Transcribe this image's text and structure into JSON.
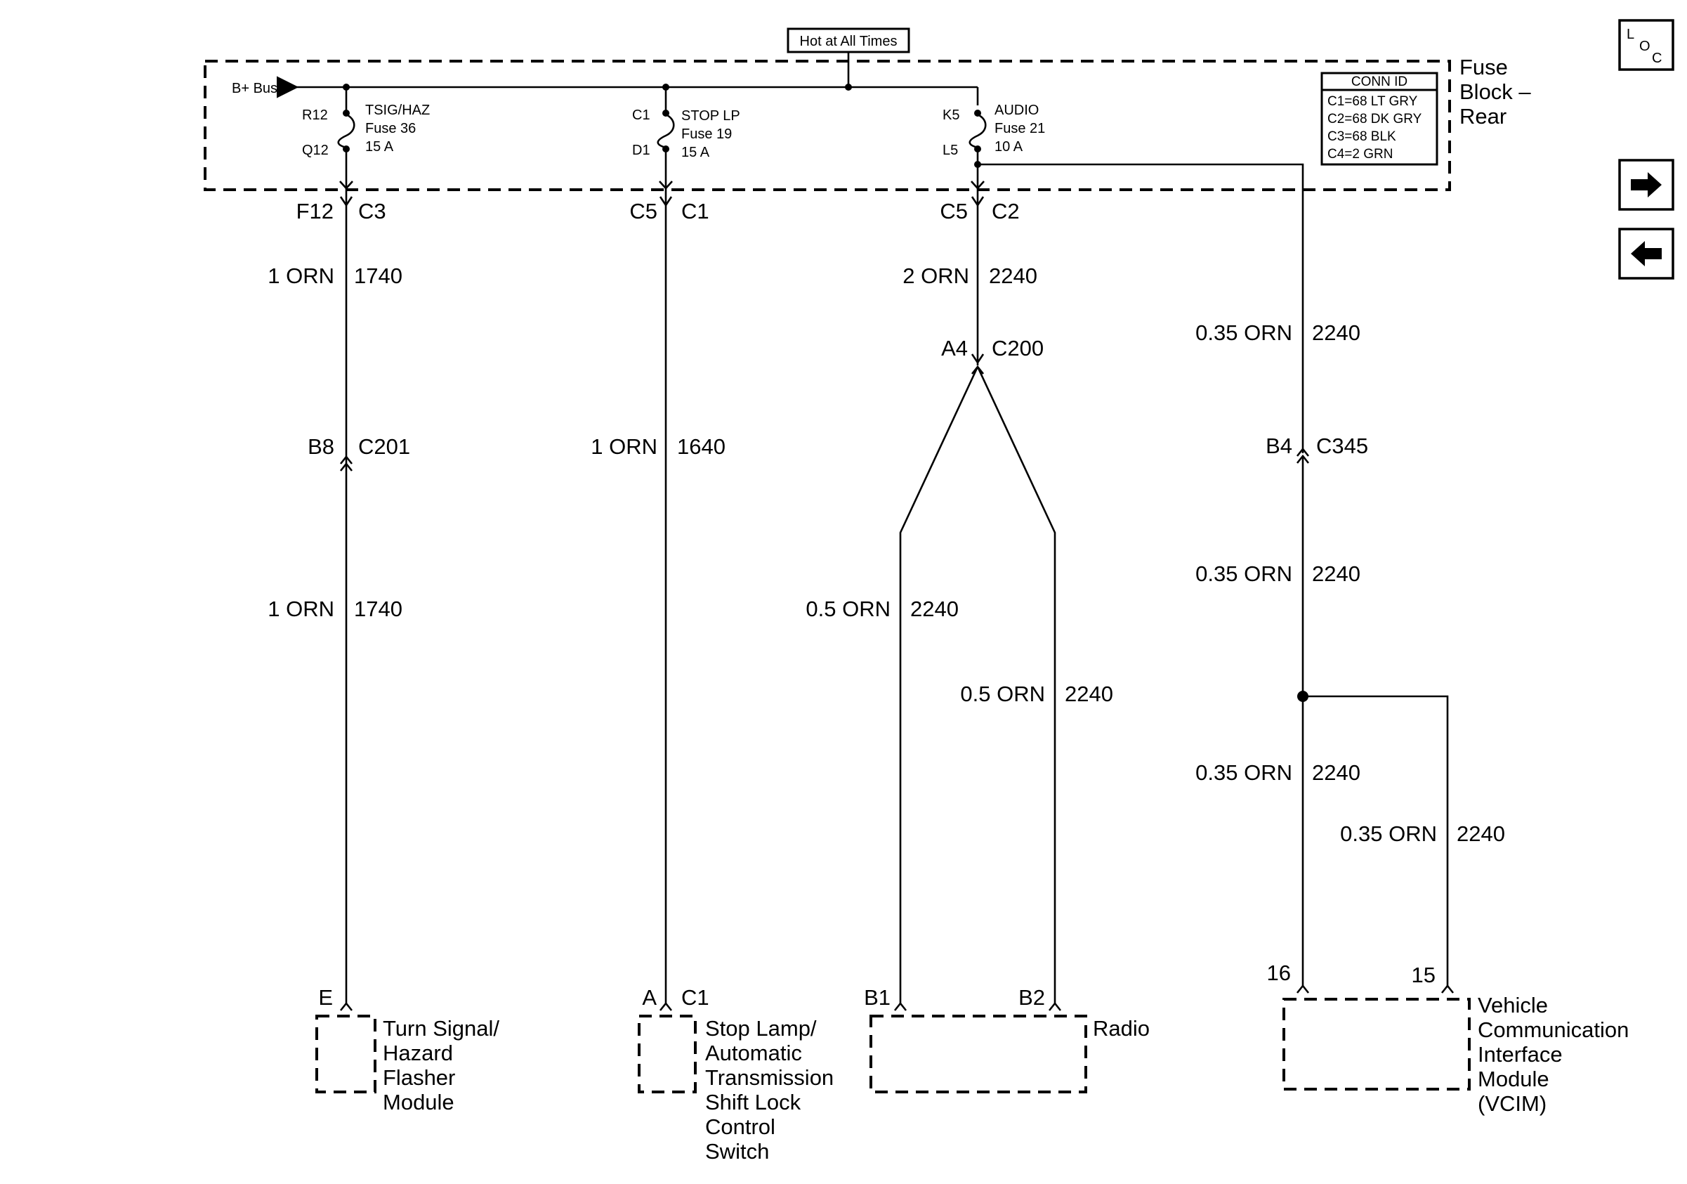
{
  "hot_label": "Hot at All Times",
  "fuse_block": {
    "title_lines": [
      "Fuse",
      "Block –",
      "Rear"
    ],
    "bus_label": "B+ Bus",
    "conn_id": {
      "title": "CONN ID",
      "lines": [
        "C1=68 LT GRY",
        "C2=68 DK GRY",
        "C3=68 BLK",
        "C4=2 GRN"
      ]
    },
    "fuses": [
      {
        "name": "TSIG/HAZ",
        "fuse": "Fuse 36",
        "amps": "15 A",
        "top_pin": "R12",
        "bottom_pin": "Q12"
      },
      {
        "name": "STOP LP",
        "fuse": "Fuse 19",
        "amps": "15 A",
        "top_pin": "C1",
        "bottom_pin": "D1"
      },
      {
        "name": "AUDIO",
        "fuse": "Fuse 21",
        "amps": "10 A",
        "top_pin": "K5",
        "bottom_pin": "L5"
      }
    ]
  },
  "nav": {
    "loc_l": "L",
    "loc_o": "O",
    "loc_c": "C"
  },
  "connectors": [
    {
      "pin": "F12",
      "conn": "C3"
    },
    {
      "pin": "C5",
      "conn": "C1"
    },
    {
      "pin": "C5",
      "conn": "C2"
    },
    {
      "pin": "A4",
      "conn": "C200"
    },
    {
      "pin": "B8",
      "conn": "C201"
    },
    {
      "pin": "B4",
      "conn": "C345"
    }
  ],
  "wires": [
    {
      "size": "1 ORN",
      "circuit": "1740"
    },
    {
      "size": "1 ORN",
      "circuit": "1740"
    },
    {
      "size": "1 ORN",
      "circuit": "1640"
    },
    {
      "size": "2 ORN",
      "circuit": "2240"
    },
    {
      "size": "0.5 ORN",
      "circuit": "2240"
    },
    {
      "size": "0.5 ORN",
      "circuit": "2240"
    },
    {
      "size": "0.35 ORN",
      "circuit": "2240"
    },
    {
      "size": "0.35 ORN",
      "circuit": "2240"
    },
    {
      "size": "0.35 ORN",
      "circuit": "2240"
    },
    {
      "size": "0.35 ORN",
      "circuit": "2240"
    }
  ],
  "components": [
    {
      "pins": [
        "E"
      ],
      "lines": [
        "Turn Signal/",
        "Hazard",
        "Flasher",
        "Module"
      ]
    },
    {
      "pins": [
        "A",
        "C1"
      ],
      "lines": [
        "Stop Lamp/",
        "Automatic",
        "Transmission",
        "Shift Lock",
        "Control",
        "Switch"
      ]
    },
    {
      "pins": [
        "B1",
        "B2"
      ],
      "lines": [
        "Radio"
      ]
    },
    {
      "pins": [
        "16",
        "15"
      ],
      "lines": [
        "Vehicle",
        "Communication",
        "Interface",
        "Module",
        "(VCIM)"
      ]
    }
  ]
}
